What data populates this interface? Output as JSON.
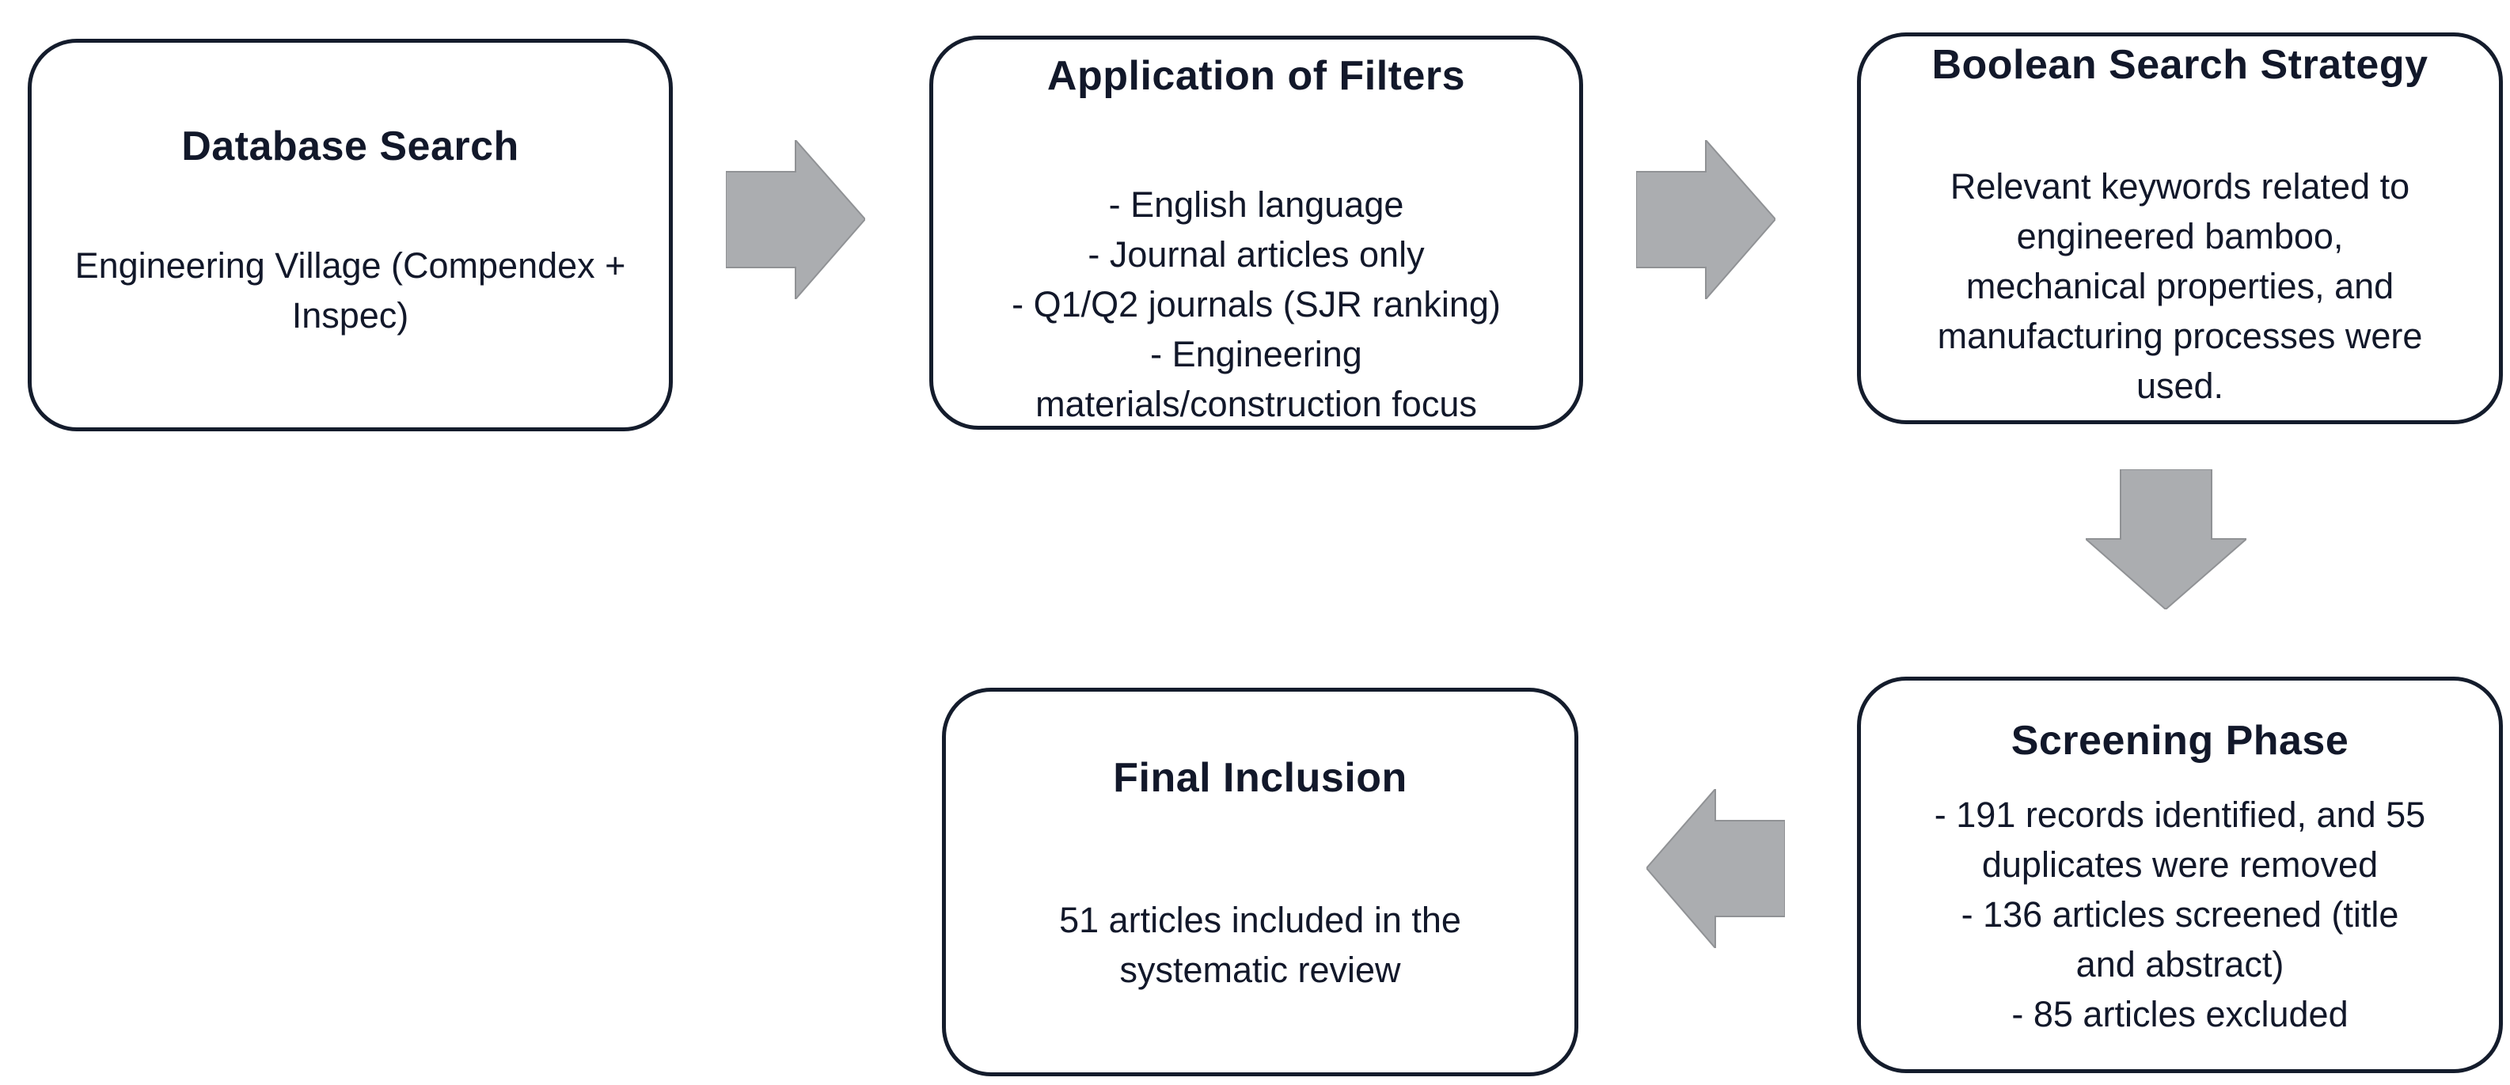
{
  "diagram": {
    "title_semantic": "Systematic review article selection flowchart",
    "colors": {
      "background": "#ffffff",
      "box_border": "#141c2c",
      "text": "#12182a",
      "arrow_fill": "#abadb0",
      "arrow_stroke": "#909295"
    },
    "nodes": [
      {
        "id": "database-search",
        "title": "Database Search",
        "lines": [
          "Engineering Village (Compendex +",
          "Inspec)"
        ]
      },
      {
        "id": "application-of-filters",
        "title": "Application of Filters",
        "lines": [
          "- English language",
          "- Journal articles only",
          "- Q1/Q2 journals (SJR ranking)",
          "- Engineering",
          "materials/construction focus"
        ]
      },
      {
        "id": "boolean-search-strategy",
        "title": "Boolean Search Strategy",
        "lines": [
          "Relevant keywords related to",
          "engineered bamboo,",
          "mechanical properties, and",
          "manufacturing processes were",
          "used."
        ]
      },
      {
        "id": "screening-phase",
        "title": "Screening Phase",
        "lines": [
          "- 191 records identified, and 55",
          "duplicates were removed",
          "- 136 articles screened (title",
          "and abstract)",
          "- 85 articles excluded"
        ]
      },
      {
        "id": "final-inclusion",
        "title": "Final Inclusion",
        "lines": [
          "51 articles included in the",
          "systematic review"
        ]
      }
    ],
    "arrows": [
      {
        "id": "arrow-1",
        "direction": "right",
        "from": "database-search",
        "to": "application-of-filters"
      },
      {
        "id": "arrow-2",
        "direction": "right",
        "from": "application-of-filters",
        "to": "boolean-search-strategy"
      },
      {
        "id": "arrow-3",
        "direction": "down",
        "from": "boolean-search-strategy",
        "to": "screening-phase"
      },
      {
        "id": "arrow-4",
        "direction": "left",
        "from": "screening-phase",
        "to": "final-inclusion"
      }
    ]
  }
}
